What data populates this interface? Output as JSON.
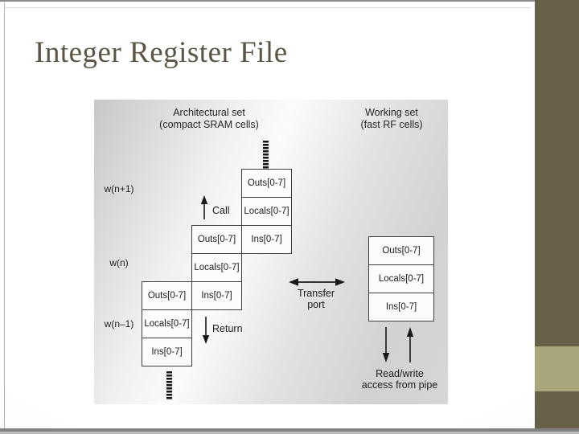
{
  "slide": {
    "title": "Integer Register File"
  },
  "diagram": {
    "architectural_header": {
      "line1": "Architectural set",
      "line2": "(compact SRAM cells)"
    },
    "working_header": {
      "line1": "Working set",
      "line2": "(fast RF cells)"
    },
    "windows": [
      {
        "label": "w(n+1)",
        "cells": [
          "Outs[0-7]",
          "Locals[0-7]",
          "Ins[0-7]"
        ]
      },
      {
        "label": "w(n)",
        "cells": [
          "Outs[0-7]",
          "Locals[0-7]",
          "Ins[0-7]"
        ]
      },
      {
        "label": "w(n–1)",
        "cells": [
          "Outs[0-7]",
          "Locals[0-7]",
          "Ins[0-7]"
        ]
      }
    ],
    "working_set": {
      "cells": [
        "Outs[0-7]",
        "Locals[0-7]",
        "Ins[0-7]"
      ]
    },
    "annotations": {
      "call": "Call",
      "return": "Return",
      "transfer_line1": "Transfer",
      "transfer_line2": "port",
      "readwrite_line1": "Read/write",
      "readwrite_line2": "access from pipe"
    },
    "icons": {
      "call_arrow": "up-arrow",
      "return_arrow": "down-arrow",
      "transfer_arrow": "double-headed-horizontal-arrow",
      "write_arrow": "down-arrow",
      "read_arrow": "up-arrow",
      "stack_continuation": "hatched-bar"
    }
  },
  "colors": {
    "sidebar": "#696049",
    "sidebar_accent": "#a9a67b",
    "title_text": "#5c5544",
    "diagram_text": "#1c1c1c",
    "panel_gradient_dark": "#c7c7c7",
    "panel_gradient_light": "#fbfbfb",
    "top_bar": "#8a8a8a",
    "bottom_bar": "#828282"
  }
}
